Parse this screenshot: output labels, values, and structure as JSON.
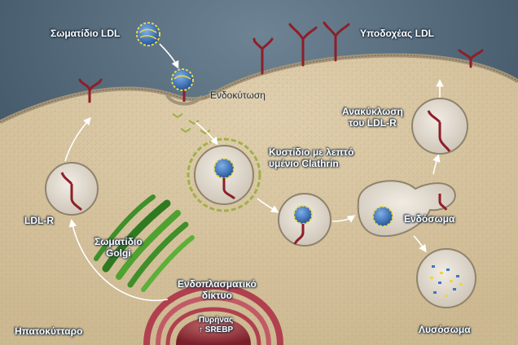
{
  "labels": {
    "ldl_particle": "Σωματίδιο LDL",
    "receptors": "Υποδοχέας LDL",
    "endocytosis": "Ενδοκύτωση",
    "clathrin_line1": "Κυστίδιο με λεπτό",
    "clathrin_line2": "υμένιο Clathrin",
    "recycling_line1": "Ανακύκλωση",
    "recycling_line2": "του LDL-R",
    "ldlr": "LDL-R",
    "golgi_line1": "Σωματίδιο",
    "golgi_line2": "Golgi",
    "er_line1": "Ενδοπλασματικό",
    "er_line2": "δίκτυο",
    "endosome": "Ενδόσωμα",
    "nucleus_line1": "Πυρήνας",
    "nucleus_line2": "↑ SREBP",
    "lysosome": "Λυσόσωμα",
    "hepatocyte": "Ηπατοκύτταρο"
  },
  "colors": {
    "background": "#3f5465",
    "cytoplasm": "#d9c7a5",
    "membrane": "#b7a98f",
    "receptor": "#8d1f2a",
    "ldl_blue": "#3b77c4",
    "ldl_yellow": "#e6d84a",
    "golgi": "#3f8f2a",
    "er": "#b0404e",
    "clathrin": "#9fb04a",
    "vesicle": "#e2dcd2"
  }
}
